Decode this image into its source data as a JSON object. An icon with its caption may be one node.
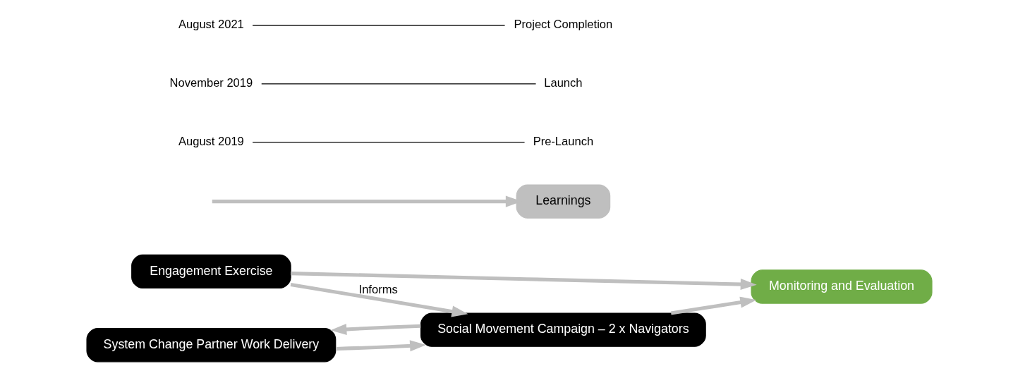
{
  "diagram": {
    "nodes": [
      {
        "text": [
          "Engagement Exercise"
        ]
      },
      {
        "text": [
          "System Change Partner Work Delivery"
        ]
      },
      {
        "text": [
          "Social Movement Campaign – 2 x Navigators"
        ]
      },
      {
        "text": [
          "Monitoring and Evaluation"
        ]
      },
      {
        "text": [
          "Learnings"
        ]
      }
    ],
    "edges": [
      {
        "from": 0,
        "to": 2,
        "arrow": "to",
        "label": "Informs"
      },
      {
        "from": 2,
        "to": 1,
        "arrow": "to"
      },
      {
        "from": 1,
        "to": 2,
        "arrow": "to"
      },
      {
        "from": 0,
        "to": 3,
        "arrow": "to"
      },
      {
        "from": 2,
        "to": 3,
        "arrow": "to"
      },
      {
        "from": null,
        "to": 4,
        "arrow": "to"
      }
    ],
    "labels": [
      "August 2019",
      "November 2019",
      "August 2021",
      "Pre-Launch",
      "Launch",
      "Project Completion"
    ]
  }
}
